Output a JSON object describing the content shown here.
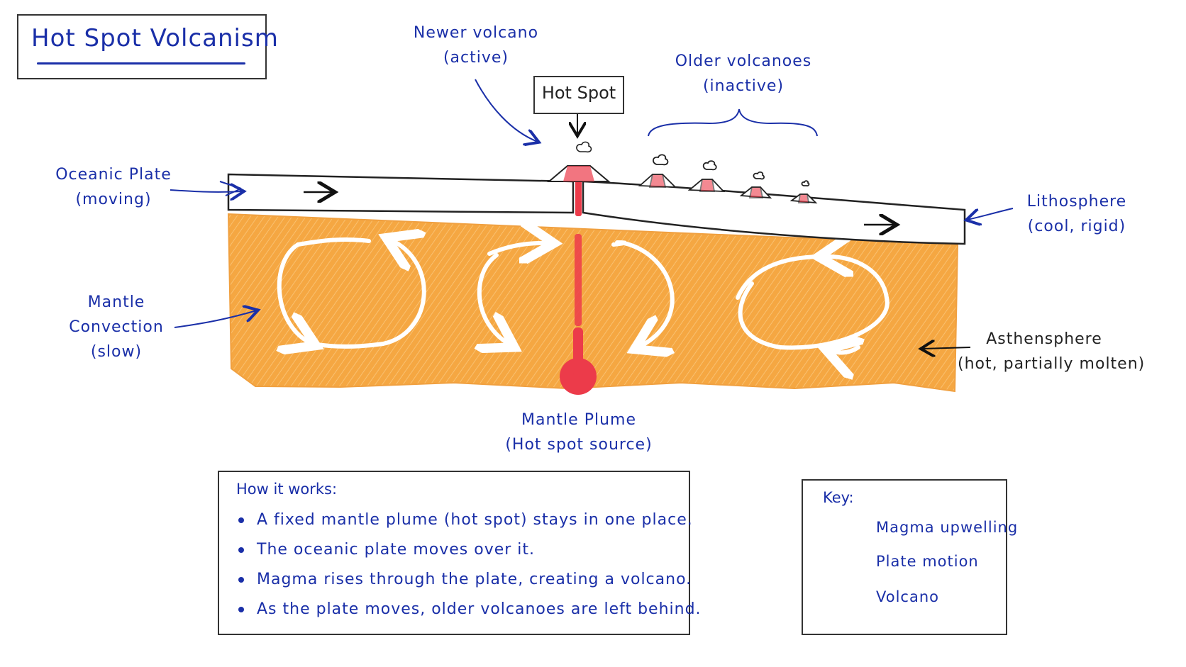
{
  "title": "Hot Spot Volcanism",
  "hot_spot_label": "Hot Spot",
  "labels": {
    "newer_volcano": [
      "Newer volcano",
      "(active)"
    ],
    "older_volcanoes": [
      "Older volcanoes",
      "(inactive)"
    ],
    "oceanic_plate": [
      "Oceanic Plate",
      "(moving)"
    ],
    "lithosphere": [
      "Lithosphere",
      "(cool, rigid)"
    ],
    "mantle_convection": [
      "Mantle",
      "Convection",
      "(slow)"
    ],
    "asthenosphere": [
      "Asthensphere",
      "(hot, partially molten)"
    ],
    "mantle_plume": [
      "Mantle Plume",
      "(Hot spot source)"
    ]
  },
  "how_it_works": {
    "title": "How it works:",
    "items": [
      "A fixed mantle plume (hot spot) stays in one place.",
      "The oceanic plate moves over it.",
      "Magma rises through the plate, creating a volcano.",
      "As the plate moves, older volcanoes are left behind."
    ]
  },
  "key": {
    "title": "Key:",
    "items": [
      {
        "icon": "red-up-arrow-icon",
        "label": "Magma upwelling"
      },
      {
        "icon": "black-right-arrow-icon",
        "label": "Plate motion"
      },
      {
        "icon": "volcano-icon",
        "label": "Volcano"
      }
    ]
  },
  "colors": {
    "ink": "#1a2fa8",
    "mantle": "#f5a742",
    "magma": "#ec3b4a",
    "outline": "#222222"
  }
}
